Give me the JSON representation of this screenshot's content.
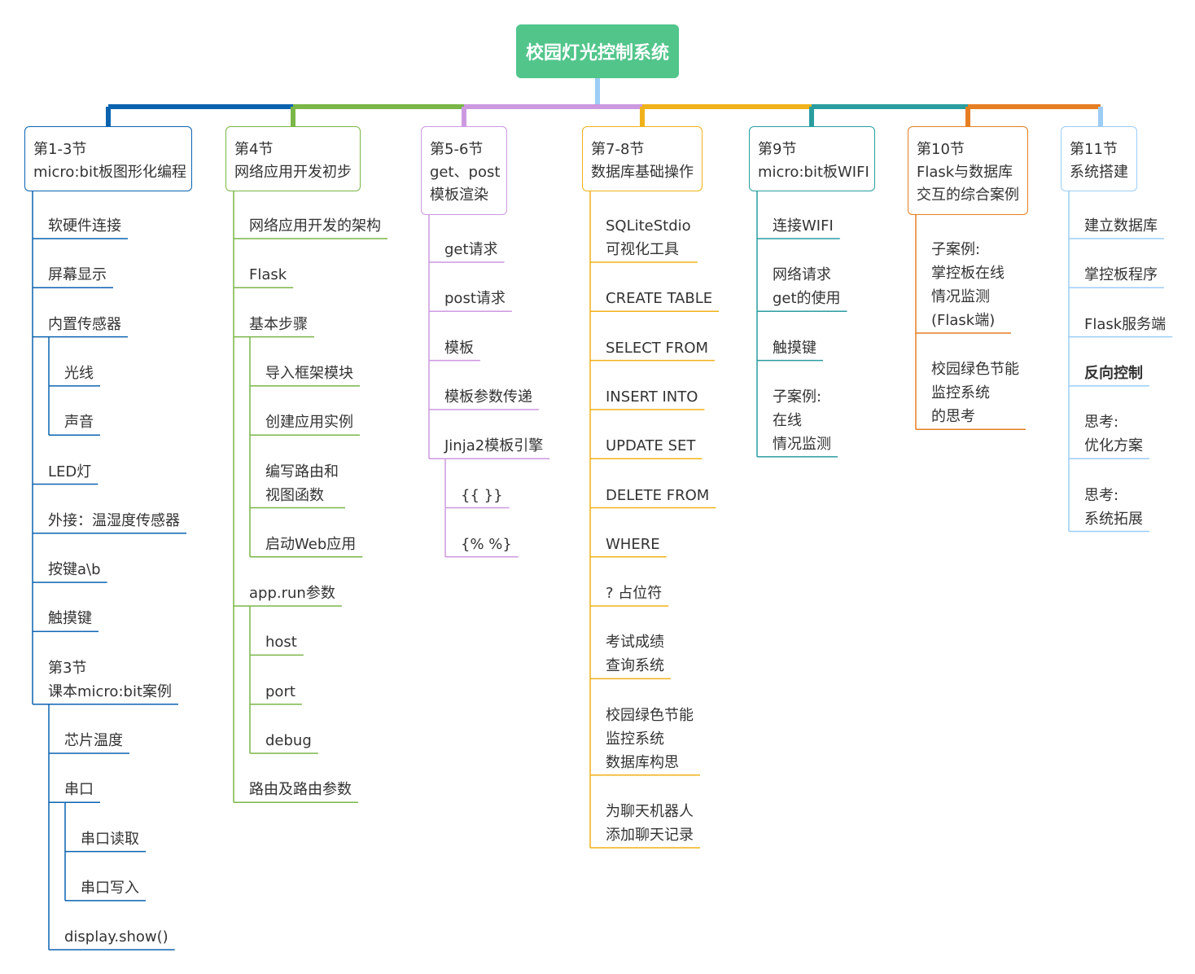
{
  "root": {
    "label": "校园灯光控制系统",
    "color": "#52c58b"
  },
  "branches": [
    {
      "id": "b1",
      "color": "#0b63b0",
      "lines": [
        "第1-3节",
        "micro:bit板图形化编程"
      ],
      "children": [
        {
          "lines": [
            "软硬件连接"
          ]
        },
        {
          "lines": [
            "屏幕显示"
          ]
        },
        {
          "lines": [
            "内置传感器"
          ],
          "children": [
            {
              "lines": [
                "光线"
              ]
            },
            {
              "lines": [
                "声音"
              ]
            }
          ]
        },
        {
          "lines": [
            "LED灯"
          ]
        },
        {
          "lines": [
            "外接：温湿度传感器"
          ]
        },
        {
          "lines": [
            "按键a\\b"
          ]
        },
        {
          "lines": [
            "触摸键"
          ]
        },
        {
          "lines": [
            "第3节",
            "课本micro:bit案例"
          ],
          "children": [
            {
              "lines": [
                "芯片温度"
              ]
            },
            {
              "lines": [
                "串口"
              ],
              "children": [
                {
                  "lines": [
                    "串口读取"
                  ]
                },
                {
                  "lines": [
                    "串口写入"
                  ]
                }
              ]
            },
            {
              "lines": [
                "display.show()"
              ]
            }
          ]
        }
      ]
    },
    {
      "id": "b2",
      "color": "#7ab648",
      "lines": [
        "第4节",
        "网络应用开发初步"
      ],
      "children": [
        {
          "lines": [
            "网络应用开发的架构"
          ]
        },
        {
          "lines": [
            "Flask"
          ]
        },
        {
          "lines": [
            "基本步骤"
          ],
          "children": [
            {
              "lines": [
                "导入框架模块"
              ]
            },
            {
              "lines": [
                "创建应用实例"
              ]
            },
            {
              "lines": [
                "编写路由和",
                "视图函数"
              ]
            },
            {
              "lines": [
                "启动Web应用"
              ]
            }
          ]
        },
        {
          "lines": [
            "app.run参数"
          ],
          "children": [
            {
              "lines": [
                "host"
              ]
            },
            {
              "lines": [
                "port"
              ]
            },
            {
              "lines": [
                "debug"
              ]
            }
          ]
        },
        {
          "lines": [
            "路由及路由参数"
          ]
        }
      ]
    },
    {
      "id": "b3",
      "color": "#cc99e0",
      "lines": [
        "第5-6节",
        "get、post",
        "模板渲染"
      ],
      "children": [
        {
          "lines": [
            "get请求"
          ]
        },
        {
          "lines": [
            "post请求"
          ]
        },
        {
          "lines": [
            "模板"
          ]
        },
        {
          "lines": [
            "模板参数传递"
          ]
        },
        {
          "lines": [
            "Jinja2模板引擎"
          ],
          "children": [
            {
              "lines": [
                "{{ }}"
              ]
            },
            {
              "lines": [
                "{% %}"
              ]
            }
          ]
        }
      ]
    },
    {
      "id": "b4",
      "color": "#f0b21a",
      "lines": [
        "第7-8节",
        "数据库基础操作"
      ],
      "children": [
        {
          "lines": [
            "SQLiteStdio",
            "可视化工具"
          ]
        },
        {
          "lines": [
            "CREATE TABLE"
          ]
        },
        {
          "lines": [
            "SELECT  FROM"
          ]
        },
        {
          "lines": [
            "INSERT  INTO"
          ]
        },
        {
          "lines": [
            "UPDATE  SET"
          ]
        },
        {
          "lines": [
            "DELETE  FROM"
          ]
        },
        {
          "lines": [
            "WHERE"
          ]
        },
        {
          "lines": [
            "?    占位符"
          ]
        },
        {
          "lines": [
            "考试成绩",
            "查询系统"
          ]
        },
        {
          "lines": [
            "校园绿色节能",
            "监控系统",
            "数据库构思"
          ]
        },
        {
          "lines": [
            "为聊天机器人",
            "添加聊天记录"
          ]
        }
      ]
    },
    {
      "id": "b5",
      "color": "#2a9d9f",
      "lines": [
        "第9节",
        "micro:bit板WIFI"
      ],
      "children": [
        {
          "lines": [
            "连接WIFI"
          ]
        },
        {
          "lines": [
            "网络请求",
            "get的使用"
          ]
        },
        {
          "lines": [
            "触摸键"
          ]
        },
        {
          "lines": [
            "子案例:",
            "在线",
            "情况监测"
          ]
        }
      ]
    },
    {
      "id": "b6",
      "color": "#e67e22",
      "lines": [
        "第10节",
        "Flask与数据库",
        "交互的综合案例"
      ],
      "children": [
        {
          "lines": [
            "子案例:",
            "掌控板在线",
            "情况监测",
            "(Flask端)"
          ]
        },
        {
          "lines": [
            "校园绿色节能",
            "监控系统",
            "的思考"
          ]
        }
      ]
    },
    {
      "id": "b7",
      "color": "#9ccdf5",
      "lines": [
        "第11节",
        "系统搭建"
      ],
      "children": [
        {
          "lines": [
            "建立数据库"
          ]
        },
        {
          "lines": [
            "掌控板程序"
          ]
        },
        {
          "lines": [
            "Flask服务端"
          ]
        },
        {
          "lines": [
            "反向控制"
          ],
          "bold": true
        },
        {
          "lines": [
            "思考:",
            "优化方案"
          ]
        },
        {
          "lines": [
            "思考:",
            "系统拓展"
          ]
        }
      ]
    }
  ]
}
